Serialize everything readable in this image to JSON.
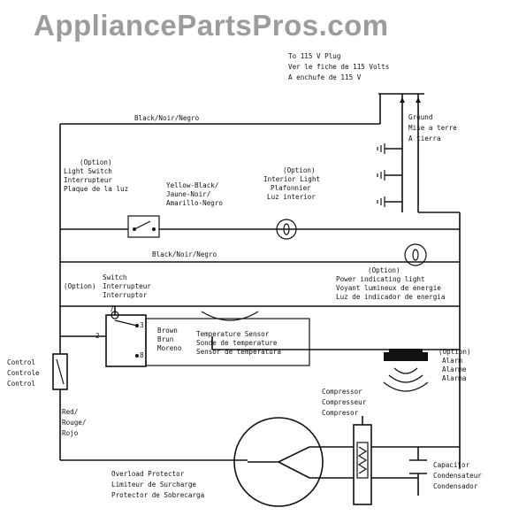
{
  "watermark": "AppliancePartsPros.com",
  "labels": {
    "plug": [
      "To 115 V Plug",
      "Ver le fiche de 115 Volts",
      "A enchufe de 115 V"
    ],
    "ground": [
      "Ground",
      "Mise a terre",
      "A tierra"
    ],
    "black_top": "Black/Noir/Negro",
    "light_switch": [
      "(Option)",
      "Light Switch",
      "Interrupteur",
      "Plaque de la luz"
    ],
    "yellow_black": [
      "Yellow-Black/",
      "Jaune-Noir/",
      "Amarillo-Negro"
    ],
    "interior_light": [
      "(Option)",
      "Interior Light",
      "Plafonnier",
      "Luz interior"
    ],
    "black_mid": "Black/Noir/Negro",
    "power_light": [
      "(Option)",
      "Power indicating light",
      "Voyant lumineux de energie",
      "Luz de indicador de energia"
    ],
    "switch": [
      "Switch",
      "Interrupteur",
      "Interruptor"
    ],
    "switch_option": "(Option)",
    "pin_numbers": [
      "7",
      "3",
      "2",
      "8"
    ],
    "brown": [
      "Brown",
      "Brun",
      "Moreno"
    ],
    "temp_sensor": [
      "Temperature Sensor",
      "Sonde de temperature",
      "Sensor de temperatura"
    ],
    "control": [
      "Control",
      "Controle",
      "Control"
    ],
    "alarm": [
      "(Option)",
      "Alarm",
      "Alarme",
      "Alarma"
    ],
    "compressor": [
      "Compressor",
      "Compresseur",
      "Compresor"
    ],
    "red": [
      "Red/",
      "Rouge/",
      "Rojo"
    ],
    "capacitor": [
      "Capacitor",
      "Condensateur",
      "Condensador"
    ],
    "overload": [
      "Overload Protector",
      "Limiteur de Surcharge",
      "Protector de Sobrecarga"
    ]
  }
}
